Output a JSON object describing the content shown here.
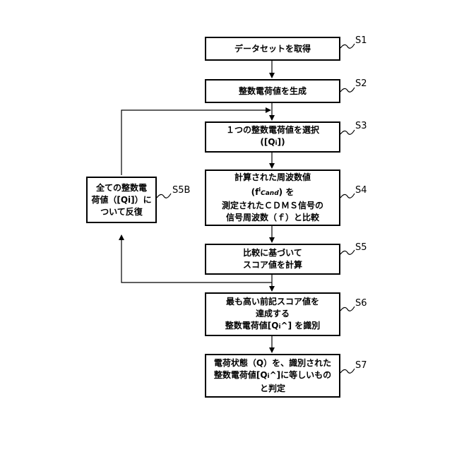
{
  "steps": [
    {
      "id": "S1",
      "lines": [
        "データセットを取得"
      ]
    },
    {
      "id": "S2",
      "lines": [
        "整数電荷値を生成"
      ]
    },
    {
      "id": "S3",
      "lines": [
        "１つの整数電荷値を選択",
        "([Q",
        "i",
        "])"
      ]
    },
    {
      "id": "S4",
      "lines": [
        "計算された周波数値",
        "(f",
        "i",
        "Cand",
        ") を",
        "測定されたＣＤＭＳ信号の",
        "信号周波数（ｆ）と比較"
      ]
    },
    {
      "id": "S5",
      "lines": [
        "比較に基づいて",
        "スコア値を計算"
      ]
    },
    {
      "id": "S6",
      "lines": [
        "最も高い前記スコア値を",
        "達成する",
        "整数電荷値[Q",
        "i",
        "^] を識別"
      ]
    },
    {
      "id": "S7",
      "lines": [
        "電荷状態（Q）を、識別された",
        "整数電荷値[Q",
        "i",
        "^]に等しいもの",
        "と判定"
      ]
    },
    {
      "id": "S5B",
      "lines": [
        "全ての整数電",
        "荷値（[Qi]）に",
        "ついて反復"
      ]
    }
  ]
}
